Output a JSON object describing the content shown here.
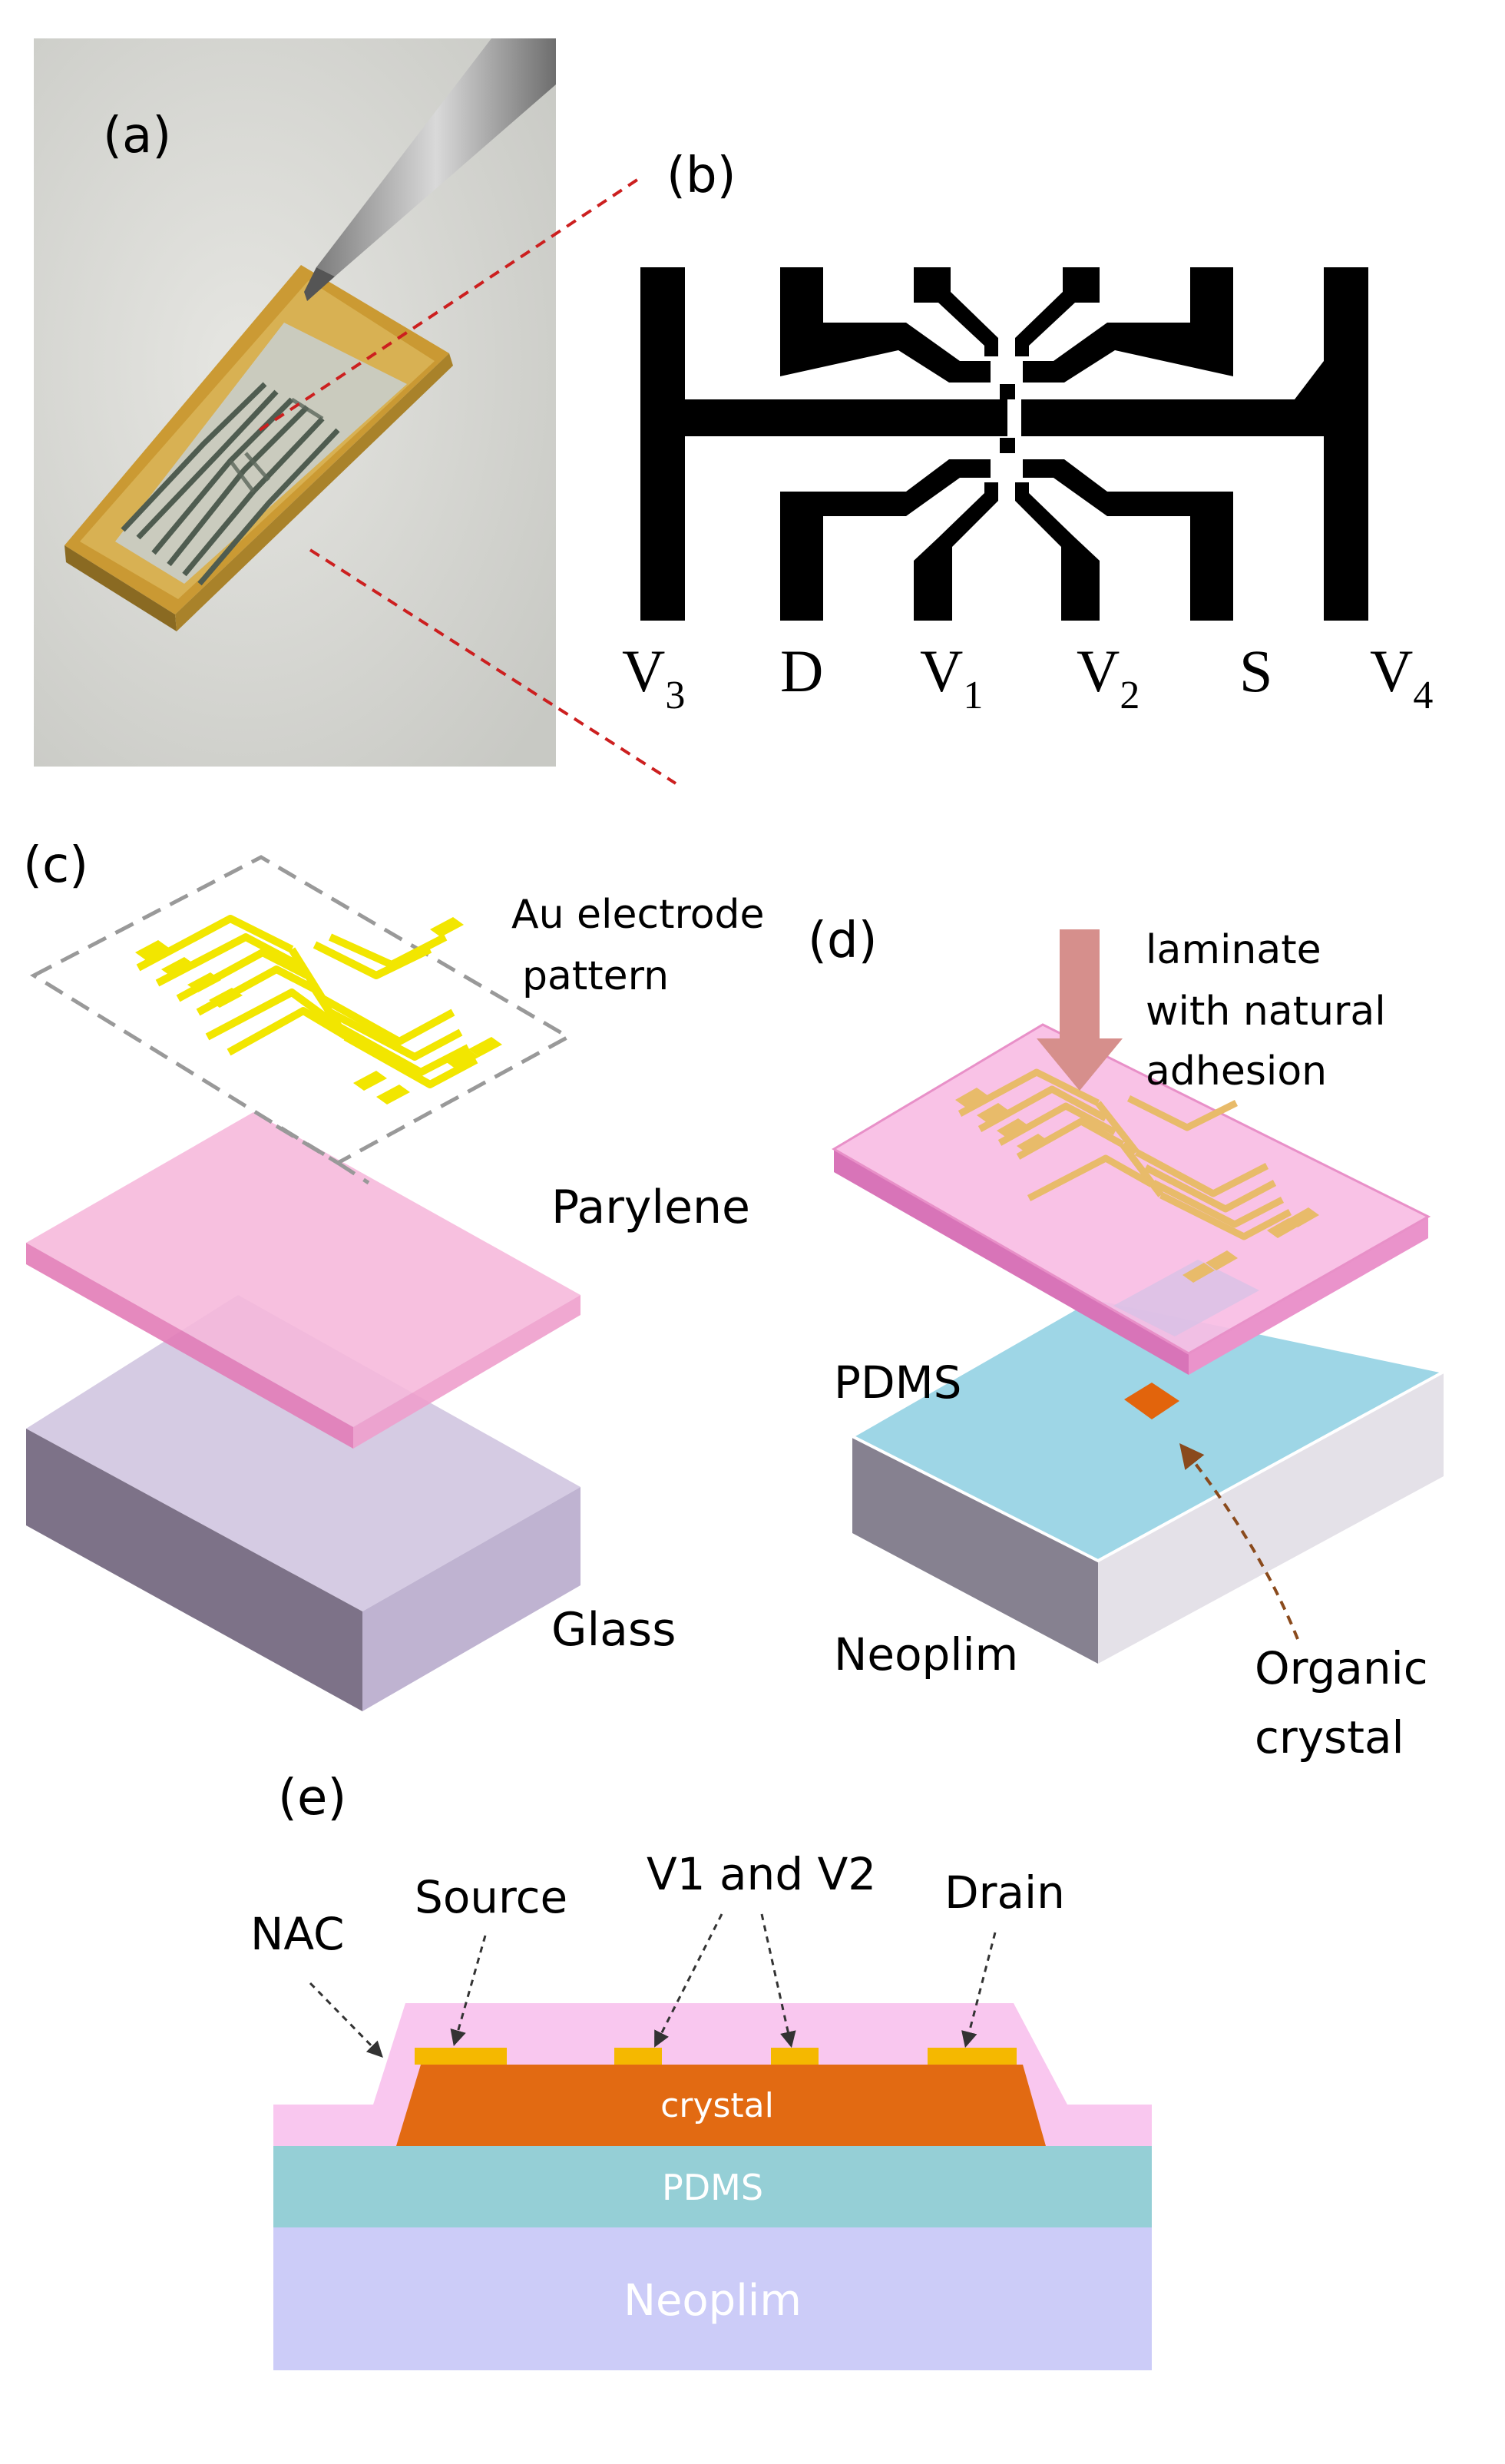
{
  "panels": {
    "a": "(a)",
    "b": "(b)",
    "c": "(c)",
    "d": "(d)",
    "e": "(e)"
  },
  "electrodes": [
    {
      "base": "V",
      "sub": "3"
    },
    {
      "base": "D",
      "sub": ""
    },
    {
      "base": "V",
      "sub": "1"
    },
    {
      "base": "V",
      "sub": "2"
    },
    {
      "base": "S",
      "sub": ""
    },
    {
      "base": "V",
      "sub": "4"
    }
  ],
  "panel_c": {
    "au_line1": "Au electrode",
    "au_line2": "pattern",
    "parylene": "Parylene",
    "glass": "Glass"
  },
  "panel_d": {
    "laminate_line1": "laminate",
    "laminate_line2": "with natural",
    "laminate_line3": "adhesion",
    "pdms": "PDMS",
    "neoplim": "Neoplim",
    "organic_line1": "Organic",
    "organic_line2": "crystal"
  },
  "panel_e": {
    "nac": "NAC",
    "source": "Source",
    "v1v2": "V1 and V2",
    "drain": "Drain",
    "crystal": "crystal",
    "pdms": "PDMS",
    "neoplim": "Neoplim"
  },
  "colors": {
    "electrode_black": "#000000",
    "gold": "#f2e600",
    "parylene_pink": "#f6b7db",
    "glass_lavender": "#cdc2da",
    "pdms_blue": "#9ed6e6",
    "crystal_orange": "#e26a12",
    "nac_pink": "#f9c7ef",
    "section_pdms": "#95cfd6",
    "section_neoplim": "#ccccf8",
    "kapton": "#d7a42a",
    "guide_red": "#cc1f1f"
  }
}
